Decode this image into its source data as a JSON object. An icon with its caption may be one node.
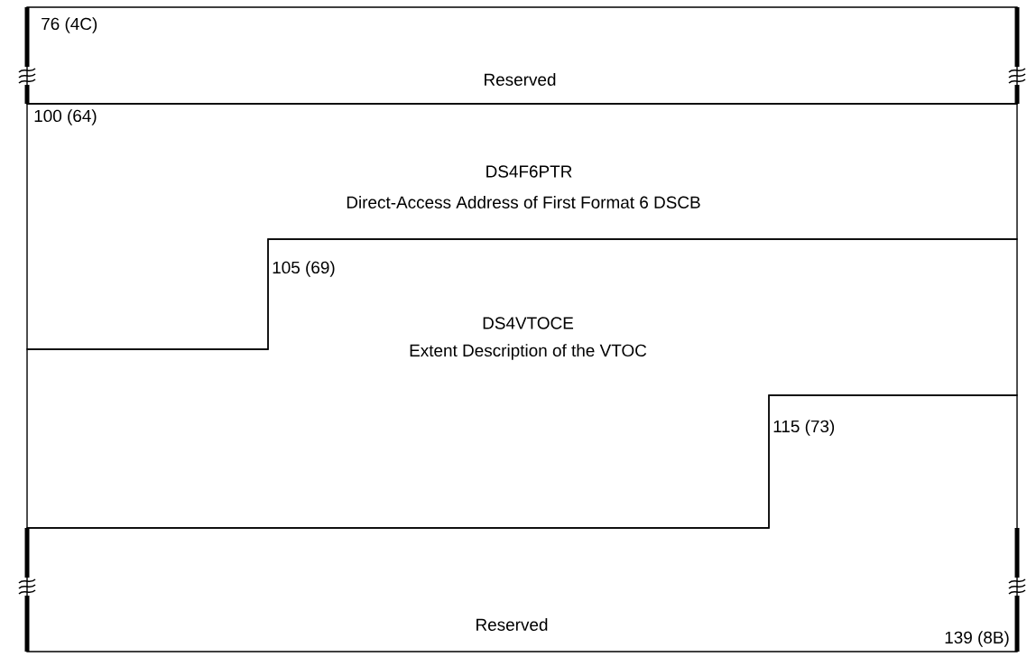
{
  "diagram": {
    "nodes": [
      {
        "text": [
          "76 (4C)",
          "Reserved"
        ]
      },
      {
        "text": [
          "100 (64)",
          "DS4F6PTR",
          "Direct-Access Address of First Format 6 DSCB"
        ]
      },
      {
        "text": [
          "105 (69)",
          "DS4VTOCE",
          "Extent Description of the VTOC"
        ]
      },
      {
        "text": [
          "115 (73)",
          "Reserved",
          "139 (8B)"
        ]
      }
    ]
  }
}
